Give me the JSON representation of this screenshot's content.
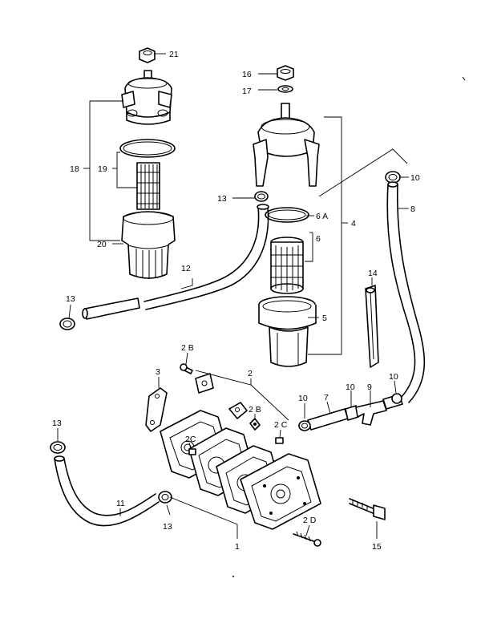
{
  "callouts": {
    "c1": "1",
    "c2": "2",
    "c2b_top": "2 B",
    "c2b_mid": "2 B",
    "c2c_right": "2 C",
    "c2c_left": "2C",
    "c2d": "2 D",
    "c3": "3",
    "c4": "4",
    "c5": "5",
    "c6": "6",
    "c6a": "6 A",
    "c7": "7",
    "c8": "8",
    "c9": "9",
    "c10_top": "10",
    "c10_left": "10",
    "c10_mid": "10",
    "c10_right": "10",
    "c11": "11",
    "c12": "12",
    "c13_top": "13",
    "c13_left": "13",
    "c13_midleft": "13",
    "c13_bottom": "13",
    "c14": "14",
    "c15": "15",
    "c16": "16",
    "c17": "17",
    "c18": "18",
    "c19": "19",
    "c20": "20",
    "c21": "21"
  }
}
